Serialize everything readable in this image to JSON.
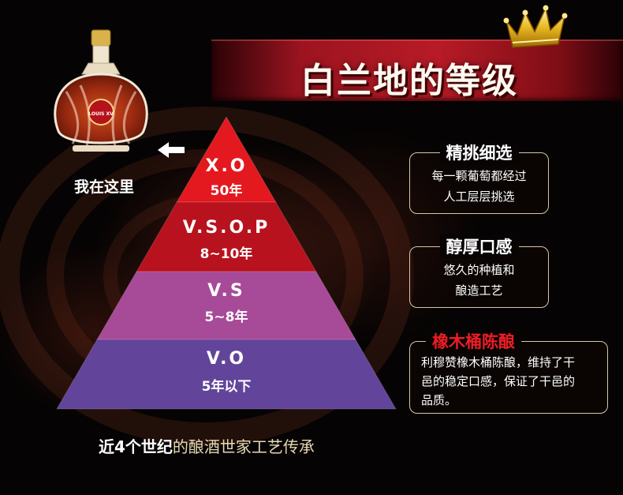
{
  "banner": {
    "title": "白兰地的等级"
  },
  "bottle": {
    "label": "我在这里",
    "brand_text": "LOUIS XV"
  },
  "pyramid": {
    "tiers": [
      {
        "name": "X.O",
        "age": "50年",
        "color": "#e3191f"
      },
      {
        "name": "V.S.O.P",
        "age": "8~10年",
        "color": "#b8121e"
      },
      {
        "name": "V.S",
        "age": "5~8年",
        "color": "#a74a98"
      },
      {
        "name": "V.O",
        "age": "5年以下",
        "color": "#62459a"
      }
    ]
  },
  "features": [
    {
      "title": "精挑细选",
      "text_lines": [
        "每一颗葡萄都经过",
        "人工层层挑选"
      ]
    },
    {
      "title": "醇厚口感",
      "text_lines": [
        "悠久的种植和",
        "酿造工艺"
      ]
    },
    {
      "title": "橡木桶陈酿",
      "title_color": "#ee1d25",
      "text_lines": [
        "利穆赞橡木桶陈酿，维持了干",
        "邑的稳定口感，保证了干邑的",
        "品质。"
      ]
    }
  ],
  "footer": {
    "highlight": "近4个世纪",
    "rest": "的酿酒世家工艺传承"
  }
}
